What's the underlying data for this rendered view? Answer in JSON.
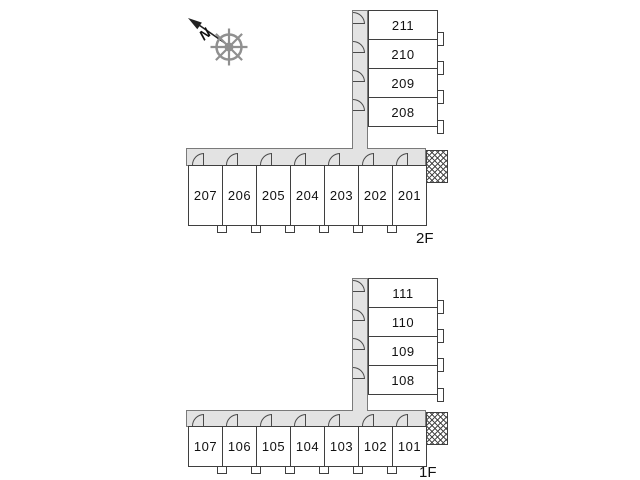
{
  "compass": {
    "north_label": "N"
  },
  "floors": [
    {
      "label": "2F",
      "stack_rooms": [
        "211",
        "210",
        "209",
        "208"
      ],
      "row_rooms": [
        "207",
        "206",
        "205",
        "204",
        "203",
        "202",
        "201"
      ]
    },
    {
      "label": "1F",
      "stack_rooms": [
        "111",
        "110",
        "109",
        "108"
      ],
      "row_rooms": [
        "107",
        "106",
        "105",
        "104",
        "103",
        "102",
        "101"
      ]
    }
  ],
  "colors": {
    "background": "#ffffff",
    "wall": "#3f3f3f",
    "corridor_fill": "#e3e3e3",
    "compass_gray": "#909090"
  },
  "icons": {
    "compass": "ship-wheel-icon",
    "north_arrow": "north-arrow-icon",
    "door": "door-swing-arc-icon",
    "staircase": "hatched-stairs-icon"
  }
}
